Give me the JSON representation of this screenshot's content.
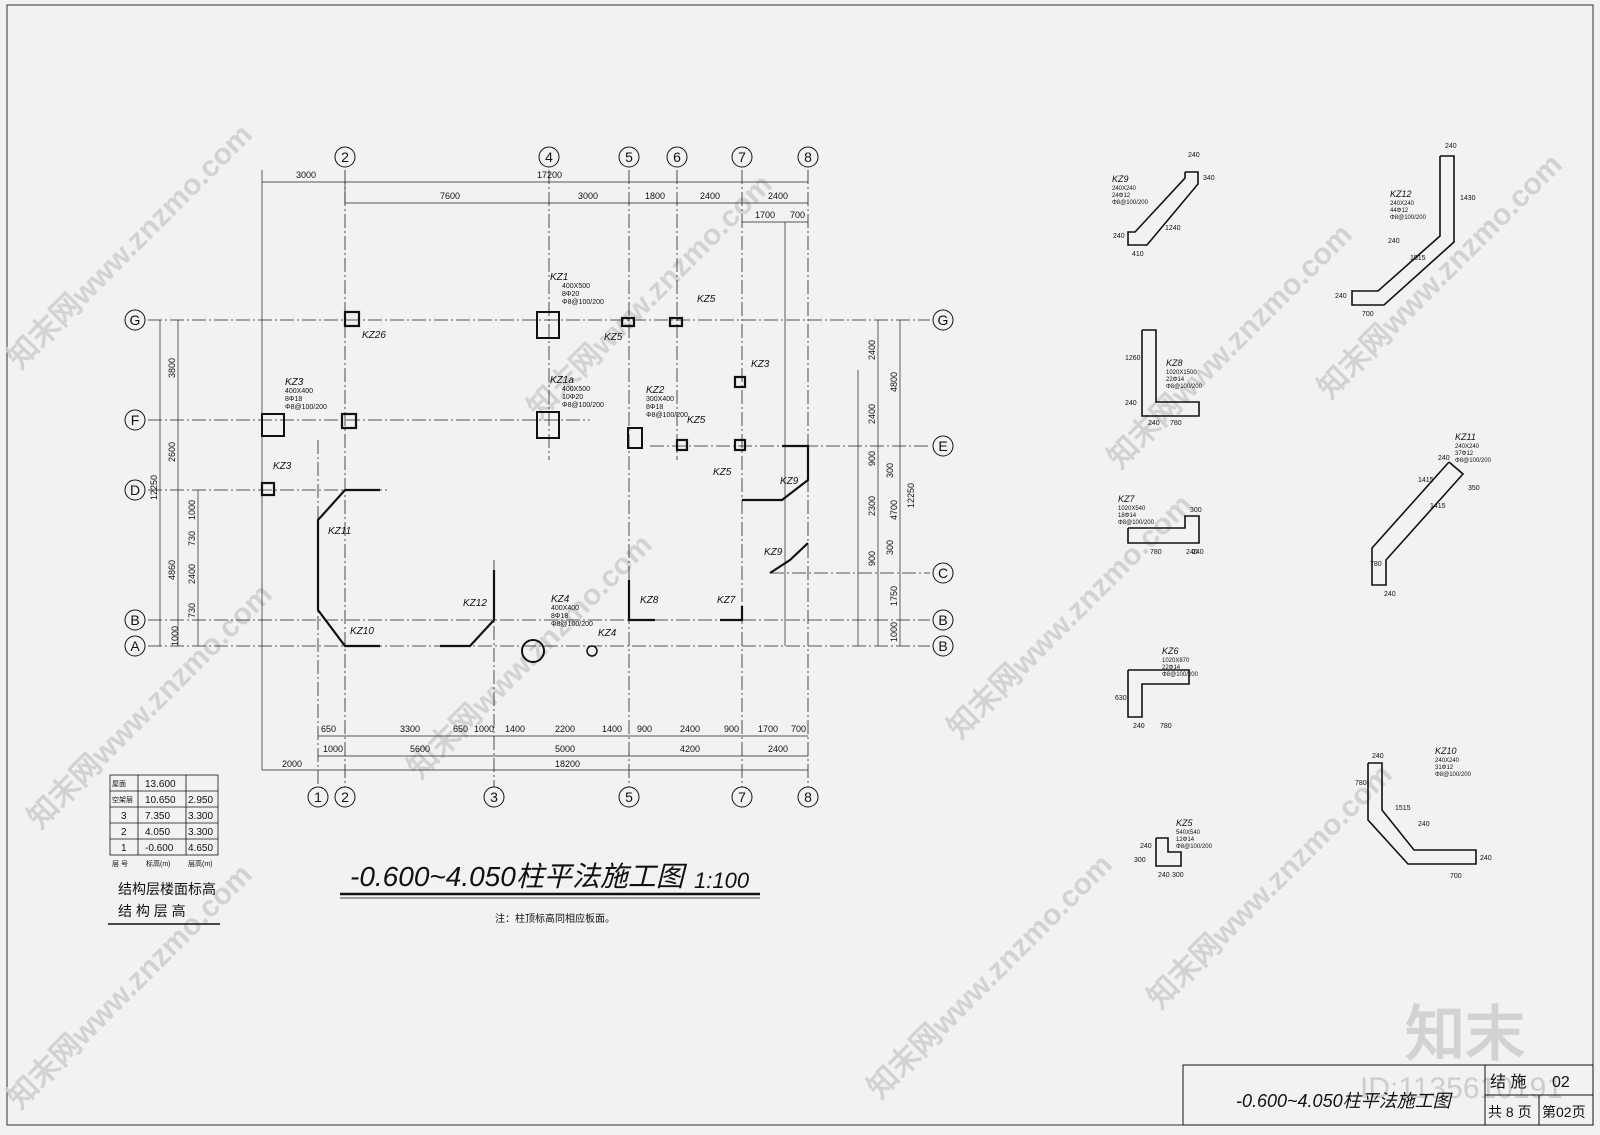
{
  "drawing": {
    "title": "-0.600~4.050柱平法施工图",
    "scale": "1:100",
    "note": "注：柱顶标高同相应板面。"
  },
  "axes": {
    "top": [
      "2",
      "4",
      "5",
      "6",
      "7",
      "8"
    ],
    "bottom": [
      "1",
      "2",
      "3",
      "5",
      "7",
      "8"
    ],
    "left": [
      "G",
      "F",
      "D",
      "B",
      "A"
    ],
    "right": [
      "G",
      "E",
      "C",
      "B",
      "B"
    ]
  },
  "dimensions": {
    "top_overall": "17200",
    "top_left": "3000",
    "top_chain": [
      "7600",
      "3000",
      "1800",
      "2400",
      "2400"
    ],
    "top_sub": [
      "1700",
      "700"
    ],
    "bottom_chain1": [
      "650",
      "3300",
      "650",
      "1000",
      "1400",
      "2200",
      "1400",
      "900",
      "2400",
      "900",
      "1700",
      "700"
    ],
    "bottom_chain2": [
      "1000",
      "5600",
      "5000",
      "4200",
      "2400"
    ],
    "bottom_overall": "18200",
    "bottom_left": "2000",
    "left_chain": [
      "3800",
      "2600",
      "4860"
    ],
    "left_overall": "12250",
    "left_sub": [
      "1000",
      "730",
      "2400",
      "730",
      "1000"
    ],
    "right_chain": [
      "2400",
      "2400",
      "900",
      "2300",
      "900",
      "1750",
      "1000"
    ],
    "right_sub": [
      "4800",
      "4700",
      "300",
      "300"
    ],
    "right_overall": "12250"
  },
  "column_tags": [
    "KZ1",
    "KZ1a",
    "KZ2",
    "KZ3",
    "KZ3",
    "KZ3",
    "KZ4",
    "KZ4",
    "KZ5",
    "KZ5",
    "KZ5",
    "KZ5",
    "KZ7",
    "KZ8",
    "KZ9",
    "KZ9",
    "KZ10",
    "KZ11",
    "KZ12",
    "KZ26"
  ],
  "column_notes": {
    "kz1": [
      "KZ1",
      "400X500",
      "8Φ20",
      "Φ8@100/200"
    ],
    "kz1a": [
      "KZ1a",
      "400X500",
      "10Φ20",
      "Φ8@100/200"
    ],
    "kz2": [
      "KZ2",
      "300X400",
      "8Φ18",
      "Φ8@100/200"
    ],
    "kz3": [
      "KZ3",
      "400X400",
      "8Φ18",
      "Φ8@100/200"
    ],
    "kz4": [
      "KZ4",
      "400X400",
      "8Φ18",
      "Φ8@100/200"
    ]
  },
  "details": [
    {
      "tag": "KZ9",
      "spec": [
        "240X240",
        "24Φ12",
        "Φ8@100/200"
      ],
      "dims": [
        "240",
        "340",
        "410",
        "1240",
        "240"
      ]
    },
    {
      "tag": "KZ12",
      "spec": [
        "240X240",
        "44Φ12",
        "Φ8@100/200"
      ],
      "dims": [
        "240",
        "1430",
        "1515",
        "700",
        "240",
        "240"
      ]
    },
    {
      "tag": "KZ8",
      "spec": [
        "1020X1500",
        "22Φ14",
        "Φ8@100/200"
      ],
      "dims": [
        "1260",
        "240",
        "240",
        "780"
      ]
    },
    {
      "tag": "KZ11",
      "spec": [
        "240X240",
        "37Φ12",
        "Φ8@100/200"
      ],
      "dims": [
        "240",
        "1415",
        "1415",
        "350",
        "780",
        "240"
      ]
    },
    {
      "tag": "KZ7",
      "spec": [
        "1020X540",
        "18Φ14",
        "Φ8@100/200"
      ],
      "dims": [
        "300",
        "240",
        "780",
        "240"
      ]
    },
    {
      "tag": "KZ6",
      "spec": [
        "1020X870",
        "22Φ14",
        "Φ8@100/200"
      ],
      "dims": [
        "630",
        "240",
        "780"
      ]
    },
    {
      "tag": "KZ10",
      "spec": [
        "240X240",
        "31Φ12",
        "Φ8@100/200"
      ],
      "dims": [
        "240",
        "780",
        "1515",
        "240",
        "700",
        "240"
      ]
    },
    {
      "tag": "KZ5",
      "spec": [
        "540X540",
        "12Φ14",
        "Φ8@100/200"
      ],
      "dims": [
        "240",
        "300",
        "240",
        "300"
      ]
    }
  ],
  "level_table": {
    "rows": [
      {
        "floor": "屋面",
        "elev": "13.600",
        "height": ""
      },
      {
        "floor": "空架层",
        "elev": "10.650",
        "height": "2.950"
      },
      {
        "floor": "3",
        "elev": "7.350",
        "height": "3.300"
      },
      {
        "floor": "2",
        "elev": "4.050",
        "height": "3.300"
      },
      {
        "floor": "1",
        "elev": "-0.600",
        "height": "4.650"
      }
    ],
    "header": {
      "floor": "层 号",
      "elev": "标高(m)",
      "height": "层高(m)"
    },
    "caption1": "结构层楼面标高",
    "caption2": "结 构 层 高"
  },
  "title_block": {
    "name": "-0.600~4.050柱平法施工图",
    "code_label": "结 施",
    "code": "02",
    "total": "共 8 页",
    "page": "第02页"
  },
  "watermarks": {
    "text": "知末网www.znzmo.com",
    "logo": "知末",
    "id": "ID:1135610191"
  }
}
